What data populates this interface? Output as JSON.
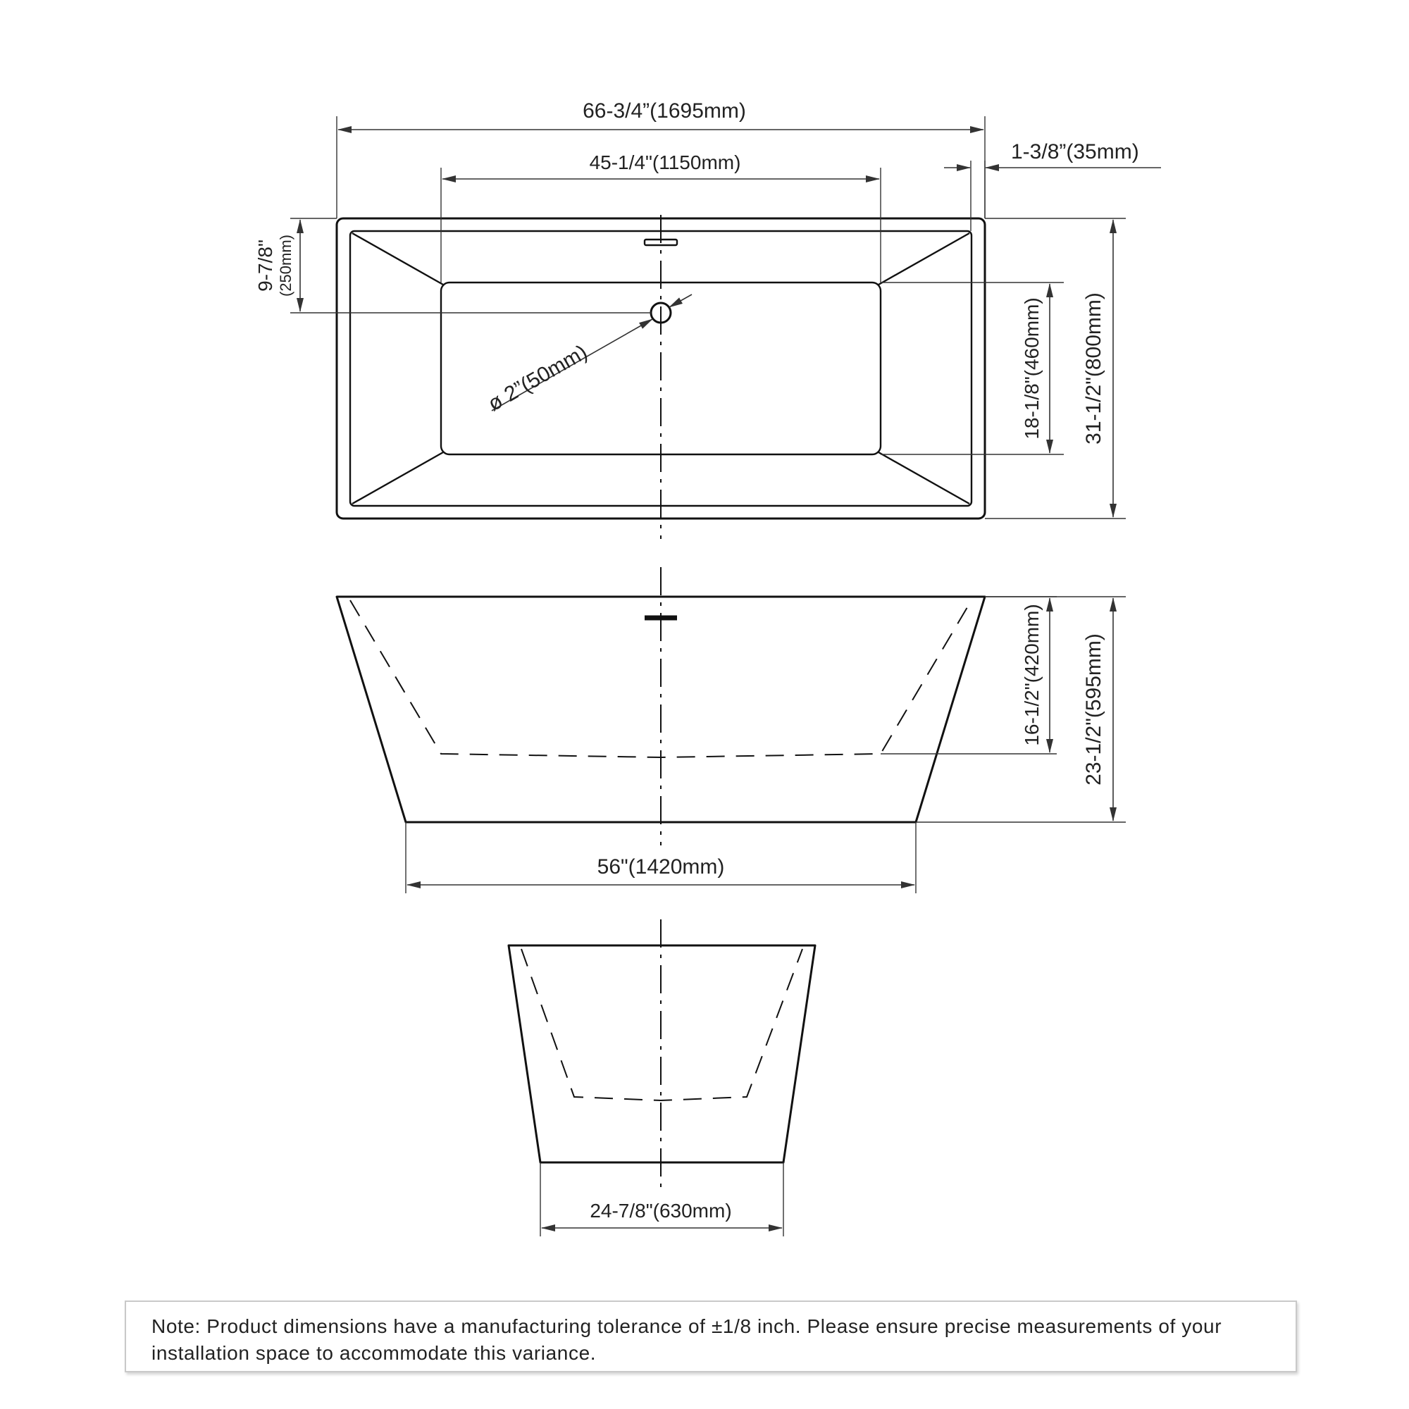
{
  "drawing": {
    "top_view": {
      "overall_length": "66-3/4”(1695mm)",
      "inner_length": "45-1/4\"(1150mm)",
      "rim_width": "1-3/8”(35mm)",
      "drain_offset_in": "9-7/8\"",
      "drain_offset_mm": "(250mm)",
      "drain_diameter": "ø 2”(50mm)",
      "inner_width": "18-1/8\"(460mm)",
      "overall_width": "31-1/2\"(800mm)"
    },
    "side_view": {
      "inner_depth": "16-1/2\"(420mm)",
      "overall_height": "23-1/2\"(595mm)",
      "base_length": "56\"(1420mm)"
    },
    "end_view": {
      "base_width": "24-7/8\"(630mm)"
    }
  },
  "note": {
    "text": "Note: Product dimensions have a manufacturing tolerance of ±1/8 inch. Please ensure precise measurements of your installation space to accommodate this variance."
  }
}
